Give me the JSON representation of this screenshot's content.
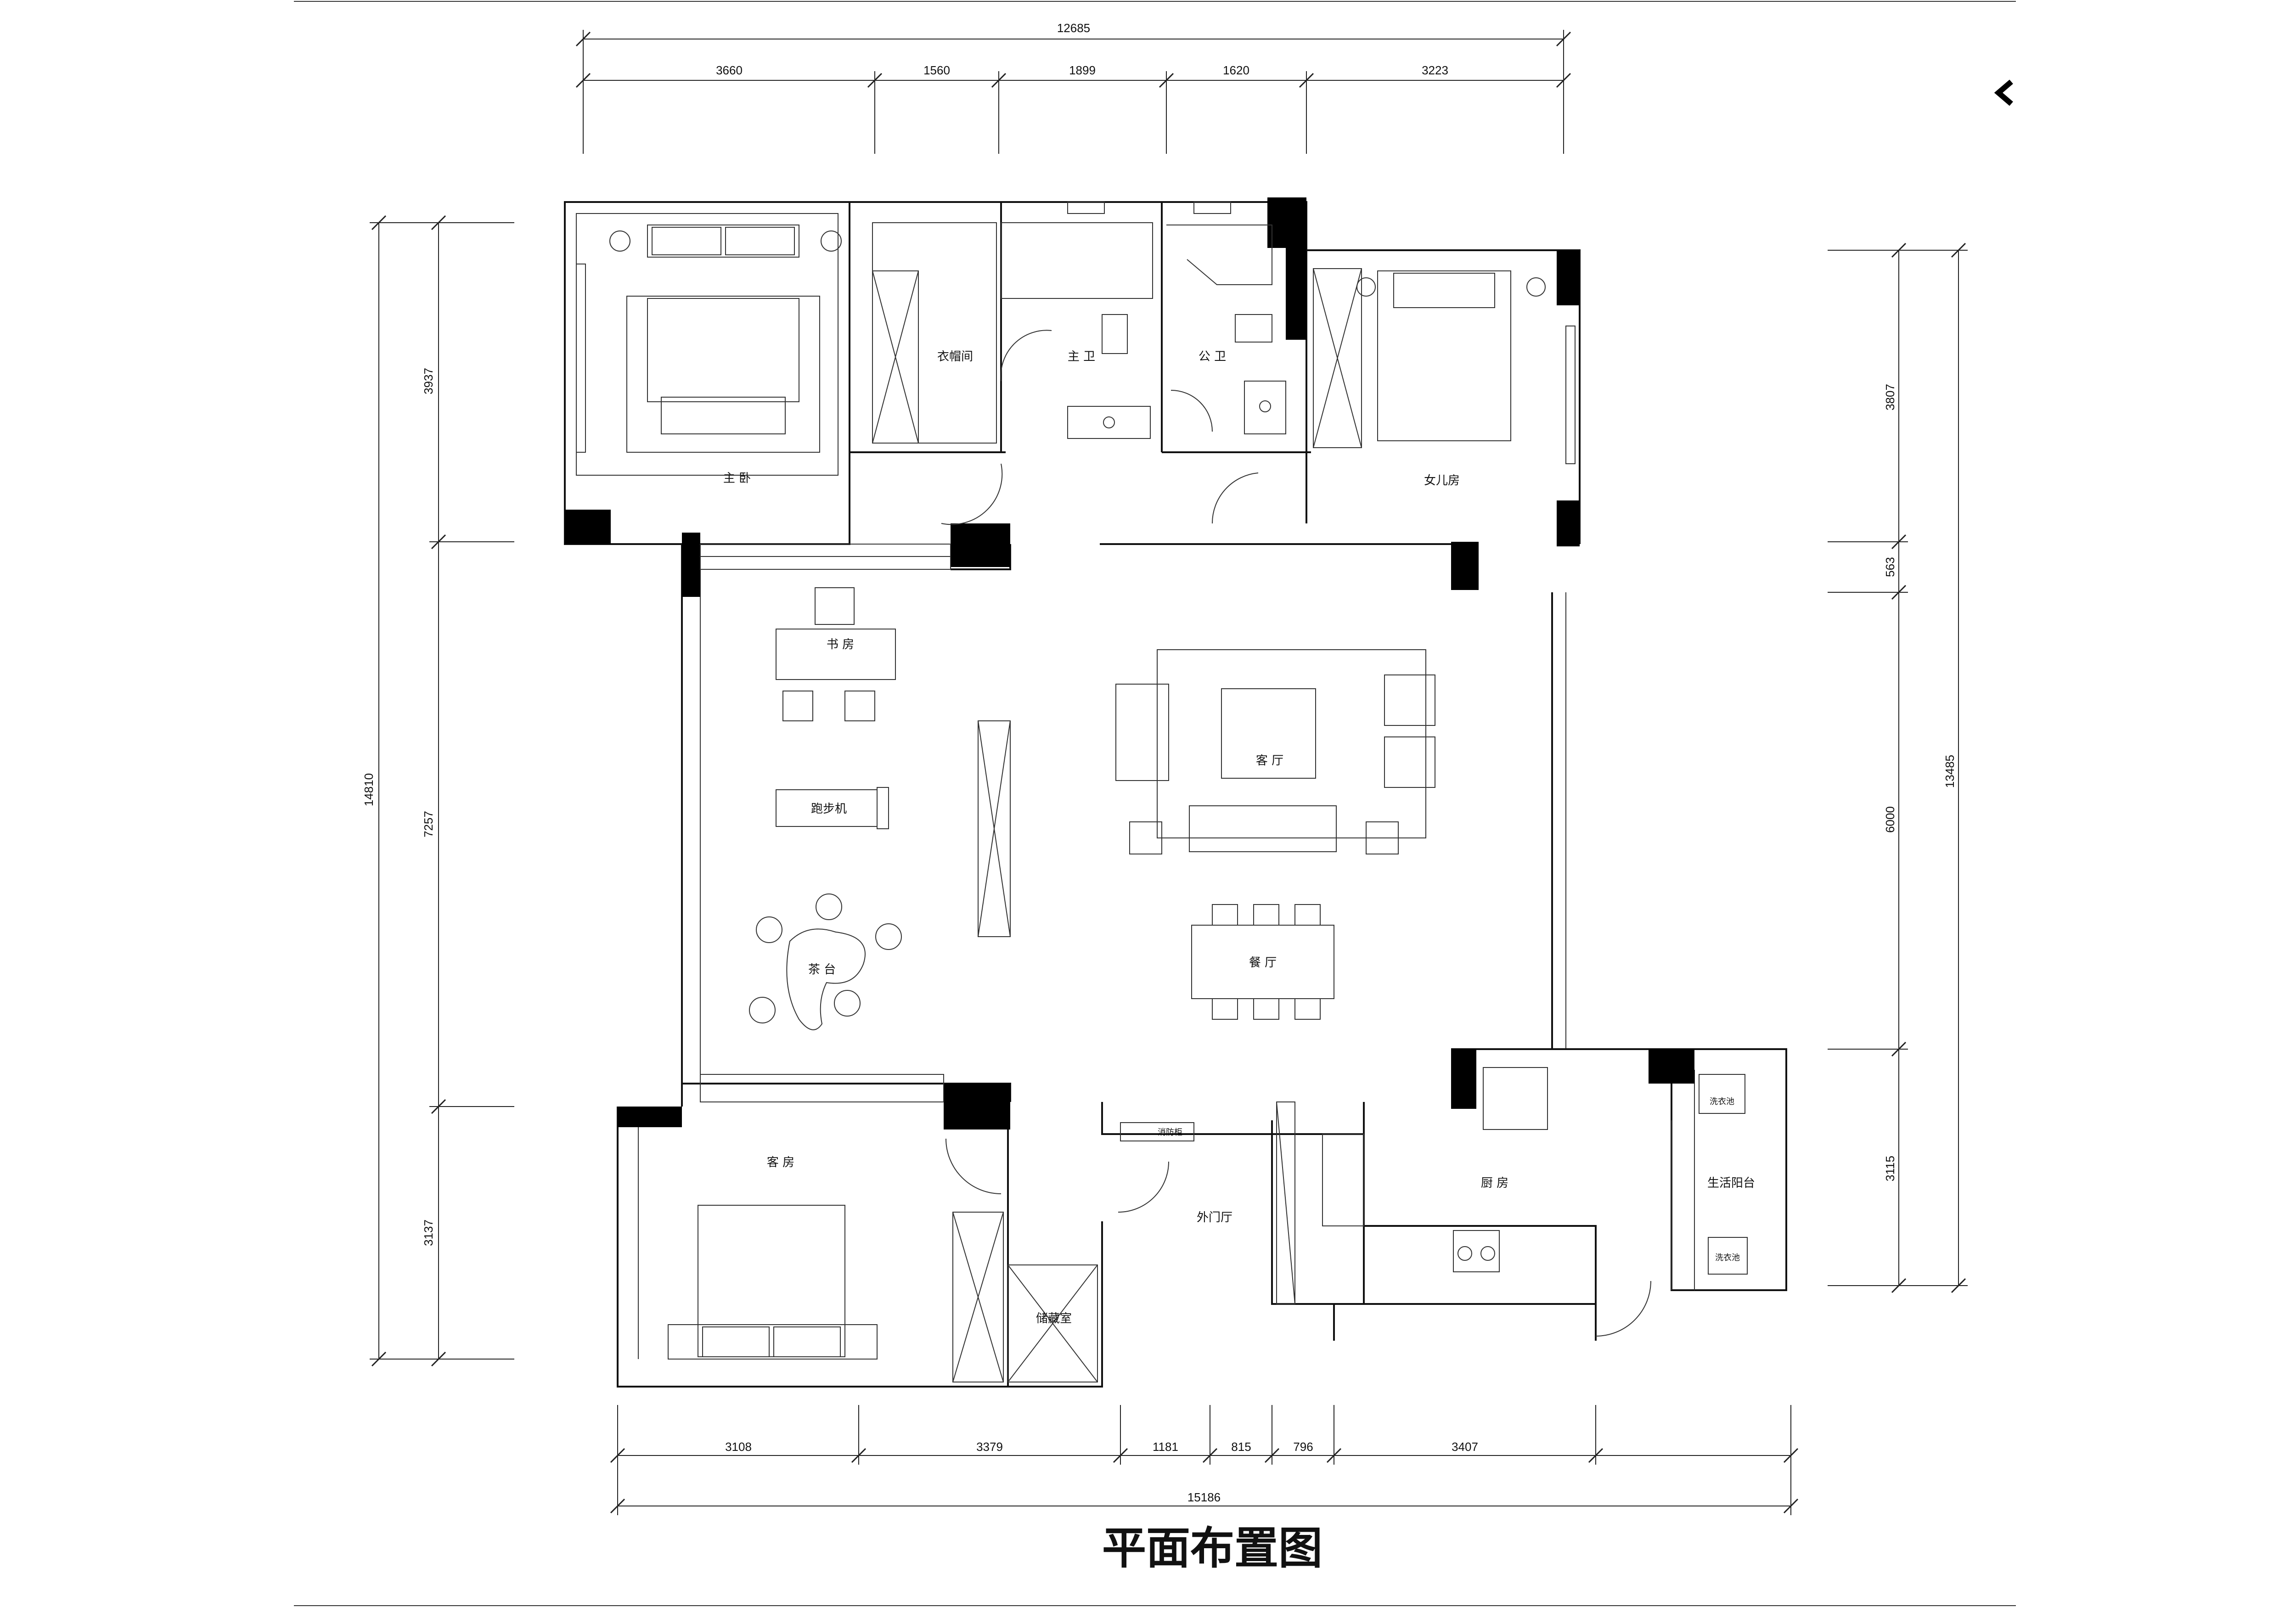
{
  "title": "平面布置图",
  "rooms": {
    "master_bedroom": "主 卧",
    "cloakroom": "衣帽间",
    "master_bath": "主 卫",
    "public_bath": "公 卫",
    "daughter_room": "女儿房",
    "study": "书 房",
    "treadmill": "跑步机",
    "tea": "茶 台",
    "living": "客 厅",
    "dining": "餐 厅",
    "guest_room": "客 房",
    "foyer": "外门厅",
    "storage": "储藏室",
    "kitchen": "厨 房",
    "utility_balcony": "生活阳台",
    "laundry_top": "洗衣池",
    "laundry_bottom": "洗衣池",
    "shoe_cabinet": "消防柜"
  },
  "dimensions": {
    "top_total": "12685",
    "top": [
      "3660",
      "1560",
      "1899",
      "1620",
      "3223"
    ],
    "left_total": "14810",
    "left": [
      "3937",
      "7257",
      "3137"
    ],
    "right_total": "13485",
    "right": [
      "3807",
      "563",
      "6000",
      "3115"
    ],
    "bottom": [
      "3108",
      "3379",
      "1181",
      "815",
      "796",
      "3407"
    ],
    "bottom_total": "15186"
  },
  "icons": {
    "back": "chevron-left-icon"
  }
}
